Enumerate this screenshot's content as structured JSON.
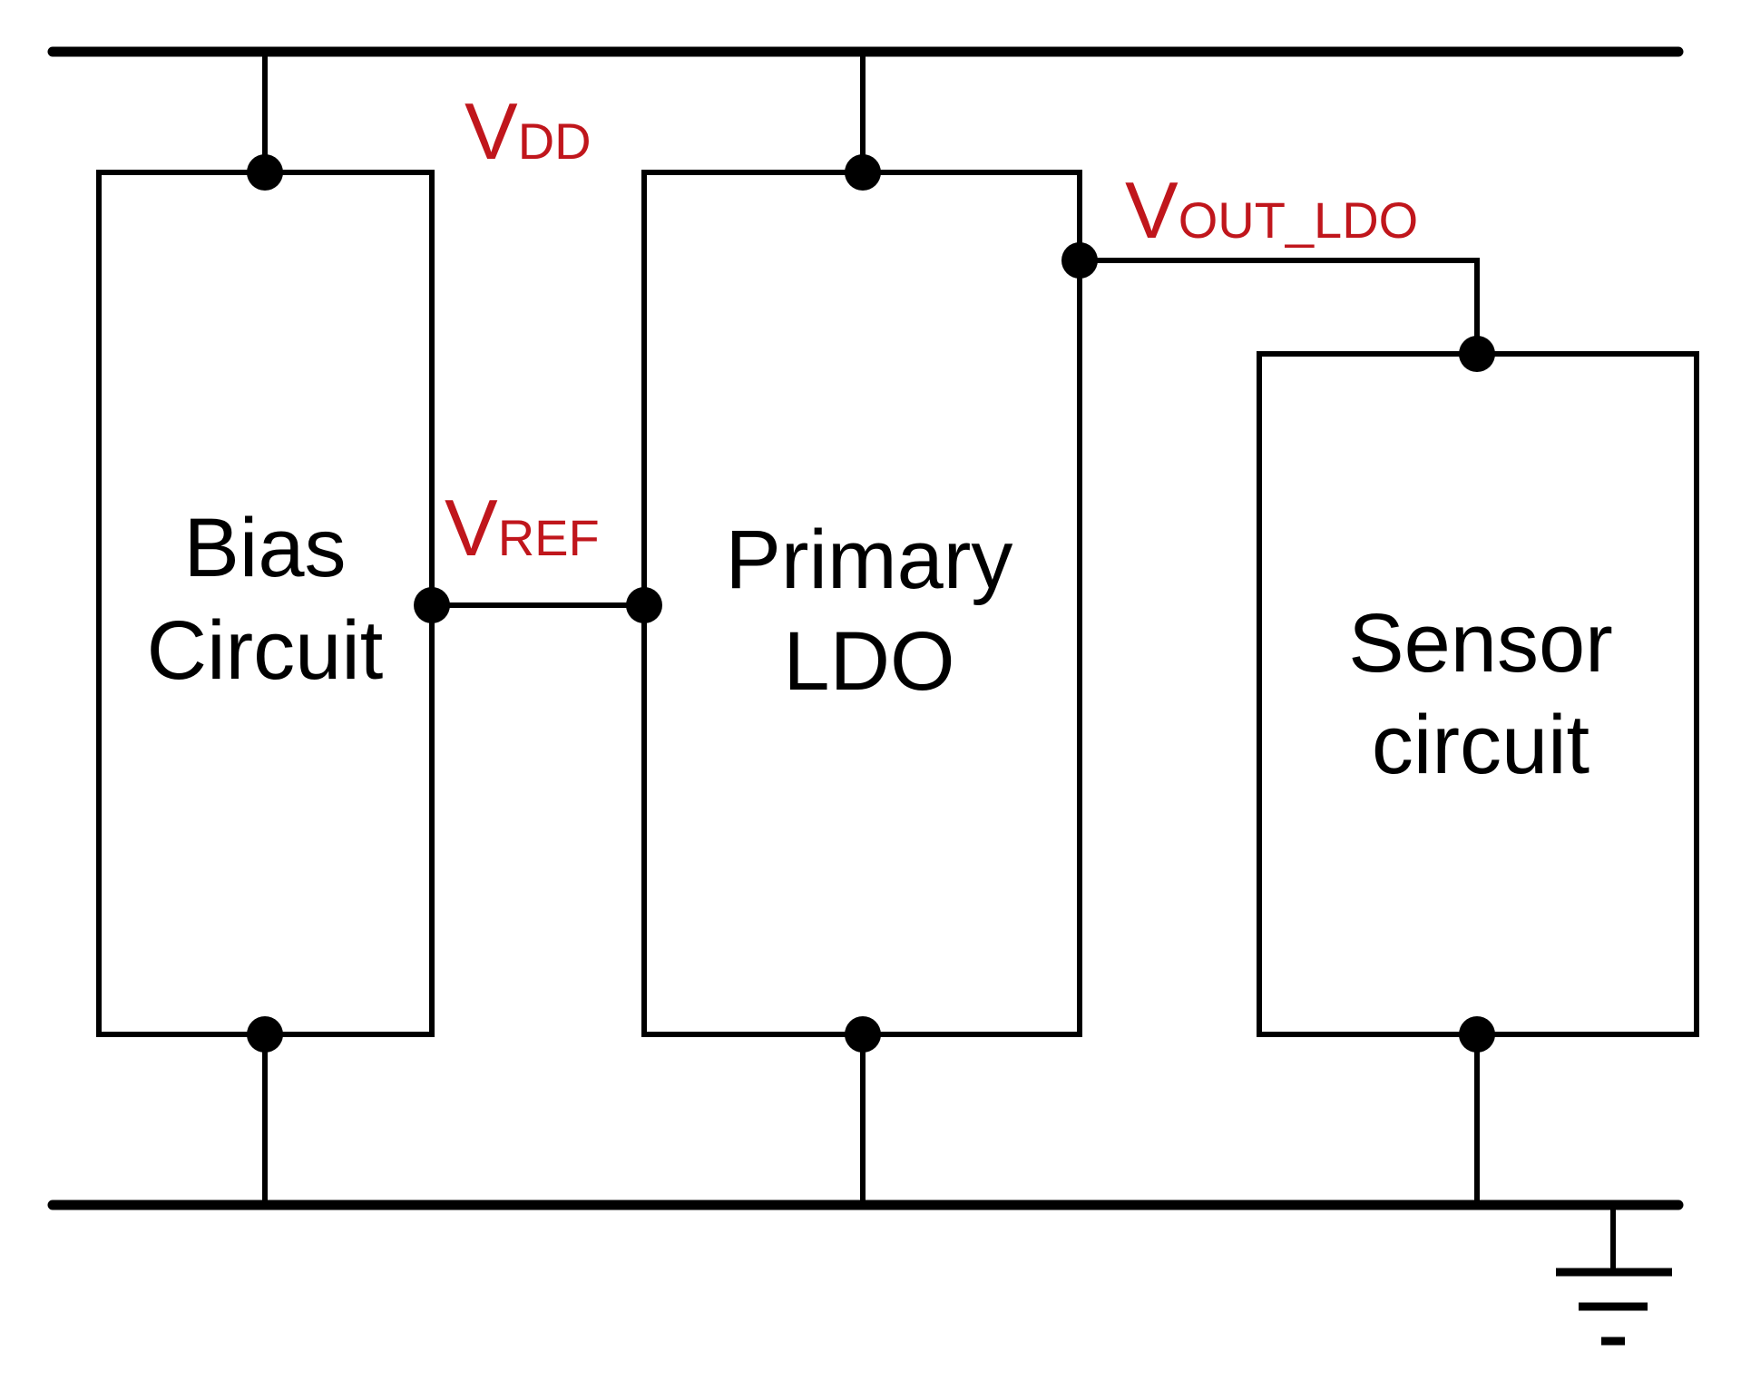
{
  "colors": {
    "wire": "#000000",
    "signal_label": "#c0161c",
    "background": "#ffffff"
  },
  "blocks": {
    "bias": {
      "line1": "Bias",
      "line2": "Circuit"
    },
    "ldo": {
      "line1": "Primary",
      "line2": "LDO"
    },
    "sensor": {
      "line1": "Sensor",
      "line2": "circuit"
    }
  },
  "signals": {
    "vdd": {
      "main": "V",
      "sub": "DD"
    },
    "vref": {
      "main": "V",
      "sub": "REF"
    },
    "vout": {
      "main": "V",
      "sub": "OUT_LDO"
    }
  },
  "ground_symbol": "ground-icon"
}
